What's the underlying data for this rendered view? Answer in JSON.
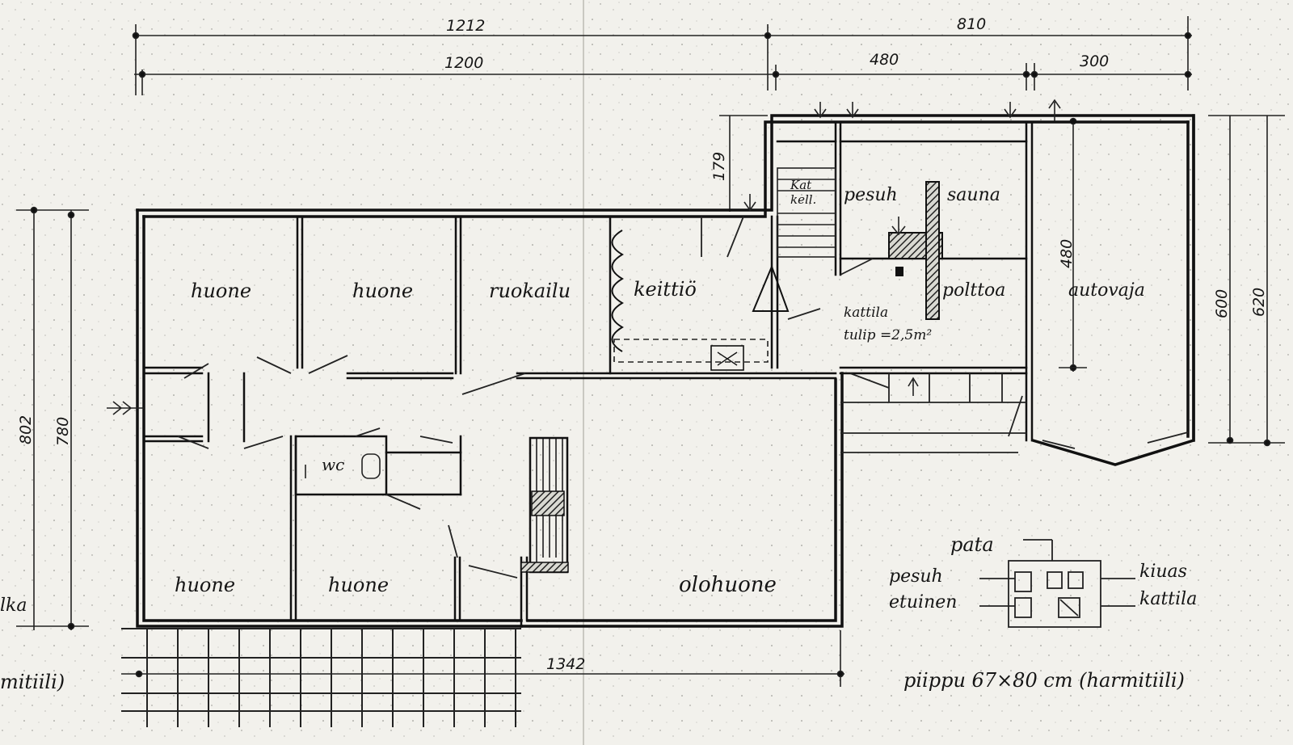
{
  "dimensions": {
    "top_total": "1212",
    "top_right_total": "810",
    "top_left": "1200",
    "top_mid": "480",
    "top_right": "300",
    "left_outer": "802",
    "left_inner": "780",
    "right_outer": "620",
    "right_inner": "600",
    "right_room": "480",
    "small_vertical": "179",
    "bottom_total": "1342"
  },
  "rooms": {
    "bedroom_1": "huone",
    "bedroom_2": "huone",
    "dining": "ruokailu",
    "kitchen": "keittiö",
    "cellar": "kell.",
    "cellar_prefix": "Kat",
    "wash": "pesuh",
    "sauna": "sauna",
    "boiler": "polttoa",
    "garage": "autovaja",
    "boiler_note_1": "kattila",
    "boiler_note_2": "tulip =2,5m²",
    "wc": "wc",
    "bedroom_3": "huone",
    "bedroom_4": "huone",
    "living": "olohuone"
  },
  "legend": {
    "pata": "pata",
    "pesuh": "pesuh",
    "kiuas": "kiuas",
    "stairs": "etuinen",
    "kattila": "kattila"
  },
  "notes": {
    "piping": "piippu 67×80 cm (harmitiili)",
    "left_fragment_1": "lka",
    "left_fragment_2": "mitiili)"
  }
}
